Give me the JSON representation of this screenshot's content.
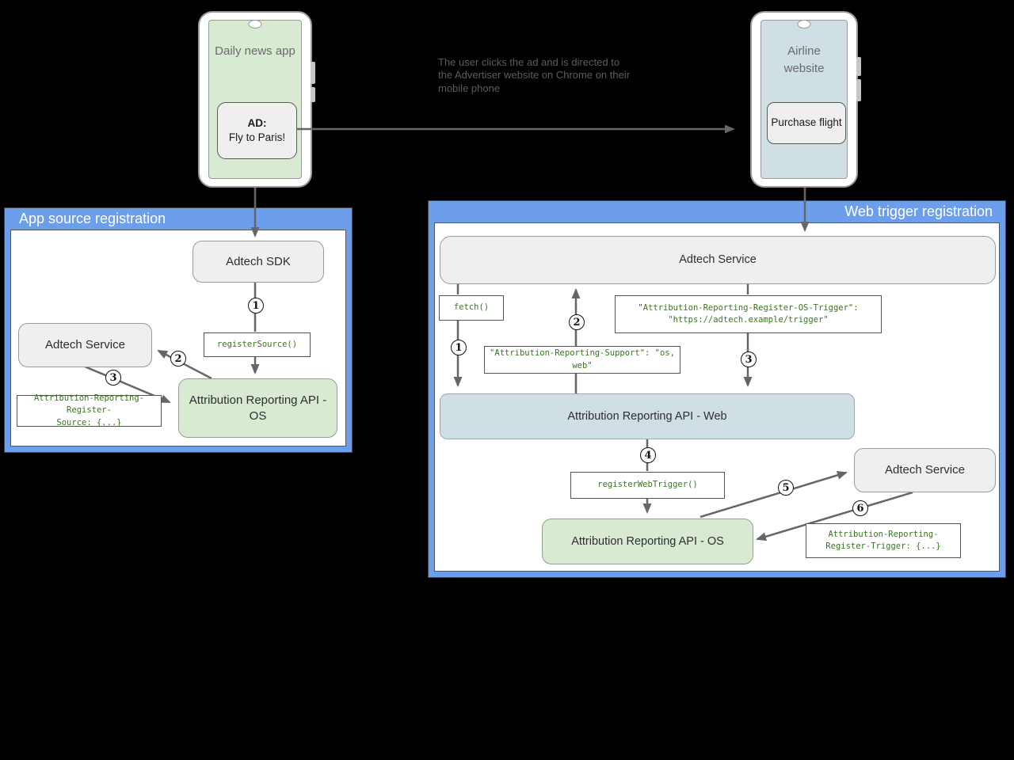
{
  "colors": {
    "panel_blue": "#6d9eeb",
    "box_green": "#d9ead3",
    "box_blue": "#cfdfe3",
    "box_gray": "#efefef",
    "code_text_green": "#38761d",
    "arrow_gray": "#666666"
  },
  "phones": {
    "left": {
      "title": "Daily news app",
      "ad_heading": "AD:",
      "ad_text": "Fly to Paris!"
    },
    "right": {
      "title": "Airline website",
      "button": "Purchase flight"
    }
  },
  "note": "The user clicks the ad and is directed to the Advertiser website on Chrome on their mobile phone",
  "left_panel": {
    "title": "App source registration",
    "adtech_sdk": "Adtech SDK",
    "register_source": "registerSource()",
    "adtech_service": "Adtech Service",
    "register_source_header_l1": "Attribution-Reporting-Register-",
    "register_source_header_l2": "Source: {...}",
    "api_os": "Attribution Reporting API - OS",
    "steps": [
      "1",
      "2",
      "3"
    ]
  },
  "right_panel": {
    "title": "Web trigger registration",
    "adtech_service_top": "Adtech Service",
    "fetch": "fetch()",
    "os_trigger_header_l1": "\"Attribution-Reporting-Register-OS-Trigger\":",
    "os_trigger_header_l2": "\"https://adtech.example/trigger\"",
    "support_header": "\"Attribution-Reporting-Support\": \"os, web\"",
    "api_web": "Attribution Reporting API - Web",
    "register_web_trigger": "registerWebTrigger()",
    "adtech_service_right": "Adtech Service",
    "api_os": "Attribution Reporting API - OS",
    "register_trigger_header_l1": "Attribution-Reporting-",
    "register_trigger_header_l2": "Register-Trigger: {...}",
    "steps": [
      "1",
      "2",
      "3",
      "4",
      "5",
      "6"
    ]
  }
}
